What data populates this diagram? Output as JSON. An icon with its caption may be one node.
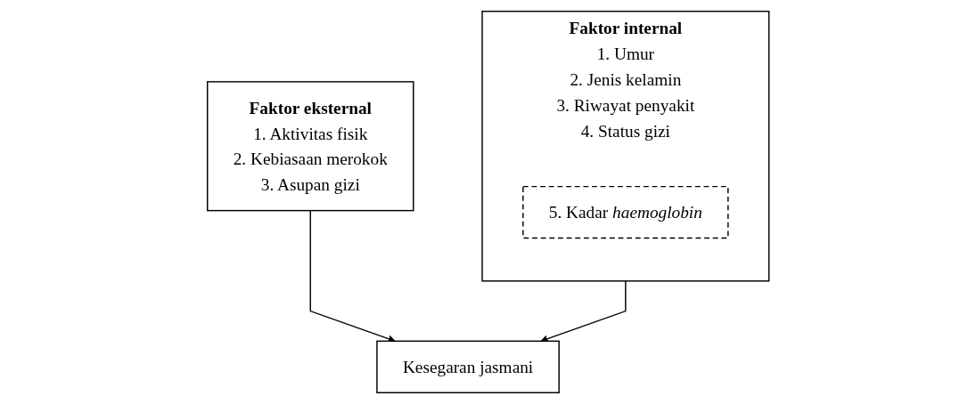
{
  "diagram": {
    "nodes": [
      {
        "text": [
          "Faktor eksternal",
          "1. Aktivitas fisik",
          "2. Kebiasaan merokok",
          "3. Asupan gizi"
        ]
      },
      {
        "text": [
          "Faktor internal",
          "1. Umur",
          "2. Jenis kelamin",
          "3. Riwayat penyakit",
          "4. Status gizi"
        ]
      },
      {
        "text": [
          "5. Kadar *haemoglobin*"
        ],
        "in": 1
      },
      {
        "text": [
          "Kesegaran jasmani"
        ]
      }
    ],
    "edges": [
      {
        "from": 0,
        "to": 3,
        "arrow": "to"
      },
      {
        "from": 1,
        "to": 3,
        "arrow": "to"
      }
    ]
  }
}
